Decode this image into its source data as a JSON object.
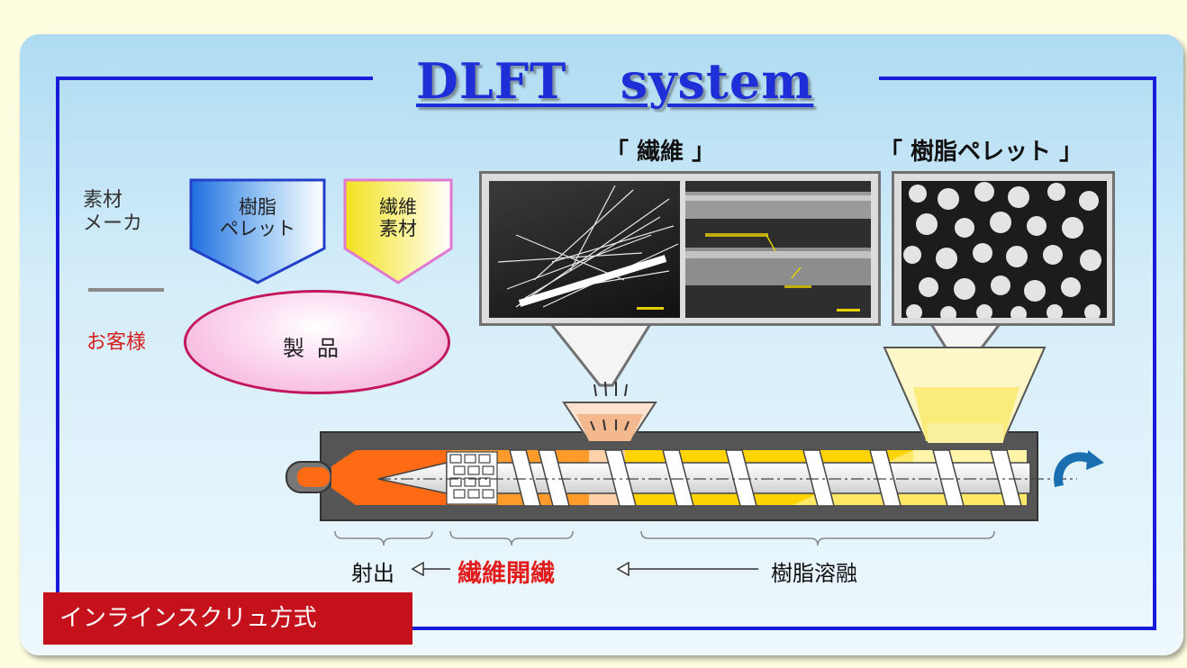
{
  "title": "DLFT   system",
  "legend": {
    "maker_label": "素材\nメーカ",
    "customer_label": "お客様",
    "resin_pellet_box": "樹脂\nペレット",
    "fiber_material_box": "繊維\n素材",
    "product_label": "製品"
  },
  "headers": {
    "fiber": "「 繊維 」",
    "resin_pellet": "「 樹脂ペレット 」"
  },
  "stages": {
    "injection": "射出",
    "fiber_opening": "繊維開繊",
    "resin_melting": "樹脂溶融"
  },
  "method_badge": "インラインスクリュ方式",
  "colors": {
    "frame": "#1a1adb",
    "title": "#1f2fd8",
    "badge": "#c4111b",
    "highlight": "#e21b1b",
    "resin_box": "#2a7be0",
    "fiber_box": "#f1e02a"
  }
}
